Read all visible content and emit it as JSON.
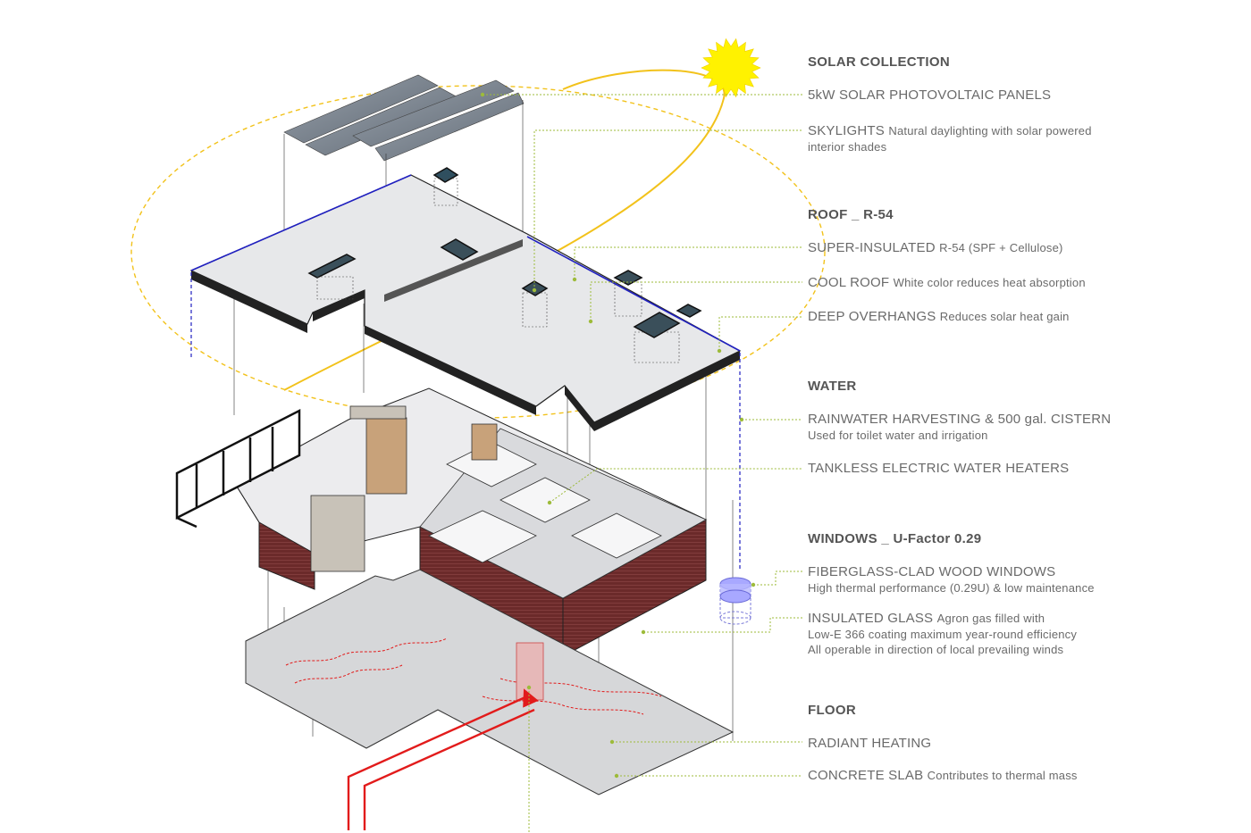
{
  "colors": {
    "leader": "#9dbb3a",
    "sun": "#fff200",
    "sun_path": "#f2c21b",
    "rainwater": "#2020c0",
    "heating": "#e21b1b",
    "brick": "#6b2a2a",
    "roof": "#e7e8ea"
  },
  "icons": [
    "sun-icon",
    "solar-panel-icon",
    "skylight-icon",
    "cistern-icon",
    "heating-pipe-icon"
  ],
  "sections": [
    {
      "key": "solar",
      "heading": "SOLAR COLLECTION",
      "items": [
        {
          "main": "5kW SOLAR PHOTOVOLTAIC PANELS",
          "desc": "",
          "sub": []
        },
        {
          "main": "SKYLIGHTS",
          "desc": "Natural daylighting with solar powered",
          "sub": [
            "interior shades"
          ]
        }
      ]
    },
    {
      "key": "roof",
      "heading": "ROOF _ R-54",
      "items": [
        {
          "main": "SUPER-INSULATED",
          "desc": "R-54 (SPF + Cellulose)",
          "sub": []
        },
        {
          "main": "COOL ROOF",
          "desc": "White color reduces heat absorption",
          "sub": []
        },
        {
          "main": "DEEP OVERHANGS",
          "desc": "Reduces solar heat gain",
          "sub": []
        }
      ]
    },
    {
      "key": "water",
      "heading": "WATER",
      "items": [
        {
          "main": "RAINWATER HARVESTING & 500 gal. CISTERN",
          "desc": "",
          "sub": [
            "Used for toilet water and irrigation"
          ]
        },
        {
          "main": "TANKLESS ELECTRIC WATER HEATERS",
          "desc": "",
          "sub": []
        }
      ]
    },
    {
      "key": "windows",
      "heading": "WINDOWS _ U-Factor 0.29",
      "items": [
        {
          "main": "FIBERGLASS-CLAD WOOD WINDOWS",
          "desc": "",
          "sub": [
            "High thermal performance (0.29U) & low maintenance"
          ]
        },
        {
          "main": "INSULATED GLASS",
          "desc": "Agron gas filled with",
          "sub": [
            "Low-E 366 coating maximum year-round efficiency",
            "All operable in direction of local prevailing winds"
          ]
        }
      ]
    },
    {
      "key": "floor",
      "heading": "FLOOR",
      "items": [
        {
          "main": "RADIANT HEATING",
          "desc": "",
          "sub": []
        },
        {
          "main": "CONCRETE SLAB",
          "desc": "Contributes to thermal mass",
          "sub": []
        }
      ]
    }
  ]
}
